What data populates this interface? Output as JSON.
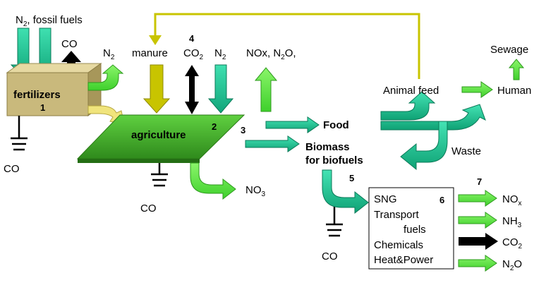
{
  "labels": {
    "n2_fossil_fuels_1": "N",
    "n2_fossil_fuels_sub": "2",
    "n2_fossil_fuels_2": ", fossil fuels",
    "co_top": "CO",
    "n2_left_1": "N",
    "n2_left_sub": "2",
    "manure": "manure",
    "co2_1": "CO",
    "co2_sub": "2",
    "n2_mid_1": "N",
    "n2_mid_sub": "2",
    "nox_n2o_1": "NOx, N",
    "nox_n2o_sub": "2",
    "nox_n2o_2": "O,",
    "sewage": "Sewage",
    "animal_feed": "Animal feed",
    "human": "Human",
    "fertilizers": "fertilizers",
    "agriculture": "agriculture",
    "food": "Food",
    "biomass": "Biomass",
    "for_biofuels": "for biofuels",
    "waste": "Waste",
    "no3_1": "NO",
    "no3_sub": "3",
    "co_left": "CO",
    "co_agri": "CO",
    "co_bottom": "CO",
    "box_lines": [
      "SNG",
      "Transport",
      "fuels",
      "Chemicals",
      "Heat&Power"
    ],
    "out_nox_1": "NO",
    "out_nox_sub": "x",
    "out_nh3_1": "NH",
    "out_nh3_sub": "3",
    "out_co2_1": "CO",
    "out_co2_sub": "2",
    "out_n2o_1": "N",
    "out_n2o_sub": "2",
    "out_n2o_2": "O"
  },
  "numbers": {
    "n1": "1",
    "n2": "2",
    "n3": "3",
    "n4": "4",
    "n5": "5",
    "n6": "6",
    "n7": "7"
  },
  "colors": {
    "teal": "#1fc28e",
    "light_green": "#5ee84a",
    "olive": "#c8c400",
    "tan_front": "#c7b77a",
    "tan_top": "#e0d39c",
    "agri_green": "#4cb52e",
    "black": "#000000"
  }
}
